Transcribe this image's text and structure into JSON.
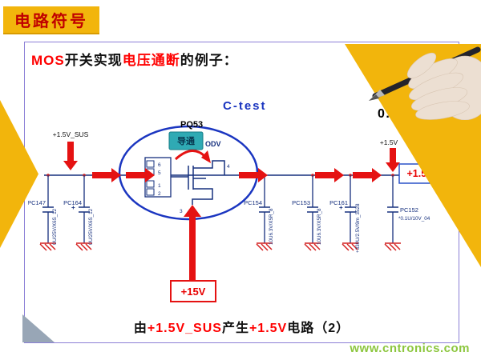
{
  "banner": {
    "title": "电路符号"
  },
  "title": {
    "mos": "MOS",
    "mid": "开关实现",
    "highlight": "电压通断",
    "tail": "的例子："
  },
  "circuit": {
    "test_label": "C-test",
    "current": "0.5A",
    "left_supply": "+1.5V_SUS",
    "right_supply_small": "+1.5V",
    "right_supply_badge": "+1.5V",
    "gate_supply": "+15V",
    "plus": "+",
    "transistor": {
      "ref": "PQ53",
      "state": "导通",
      "part": "ODV"
    },
    "pins": {
      "p1": "1",
      "p2": "2",
      "p3": "3",
      "p4": "4",
      "p5": "5",
      "p6": "6"
    },
    "capacitors": [
      {
        "ref": "PC147",
        "value": "0U/25V/X6S_12"
      },
      {
        "ref": "PC164",
        "value": "0U/25V/X6S_12"
      },
      {
        "ref": "PC154",
        "value": "10U6.3V/X5R_8"
      },
      {
        "ref": "PC153",
        "value": "10U6.3V/X5R_8"
      },
      {
        "ref": "PC161",
        "value": "+330U/2.5V/9m_3528"
      },
      {
        "ref": "PC152",
        "value": "*0.1U/10V_04"
      }
    ]
  },
  "caption": {
    "c1": "由",
    "c2": "+1.5V_SUS",
    "c3": "产生",
    "c4": "+1.5V",
    "c5": "电路（2）"
  },
  "watermark": "www.cntronics.com",
  "colors": {
    "accent_yellow": "#F2B50C",
    "title_red": "#FF0000",
    "wire_navy": "#16307e",
    "ground_red": "#d42020",
    "teal": "#2FAAB4",
    "watermark_green": "#8CC63E"
  }
}
